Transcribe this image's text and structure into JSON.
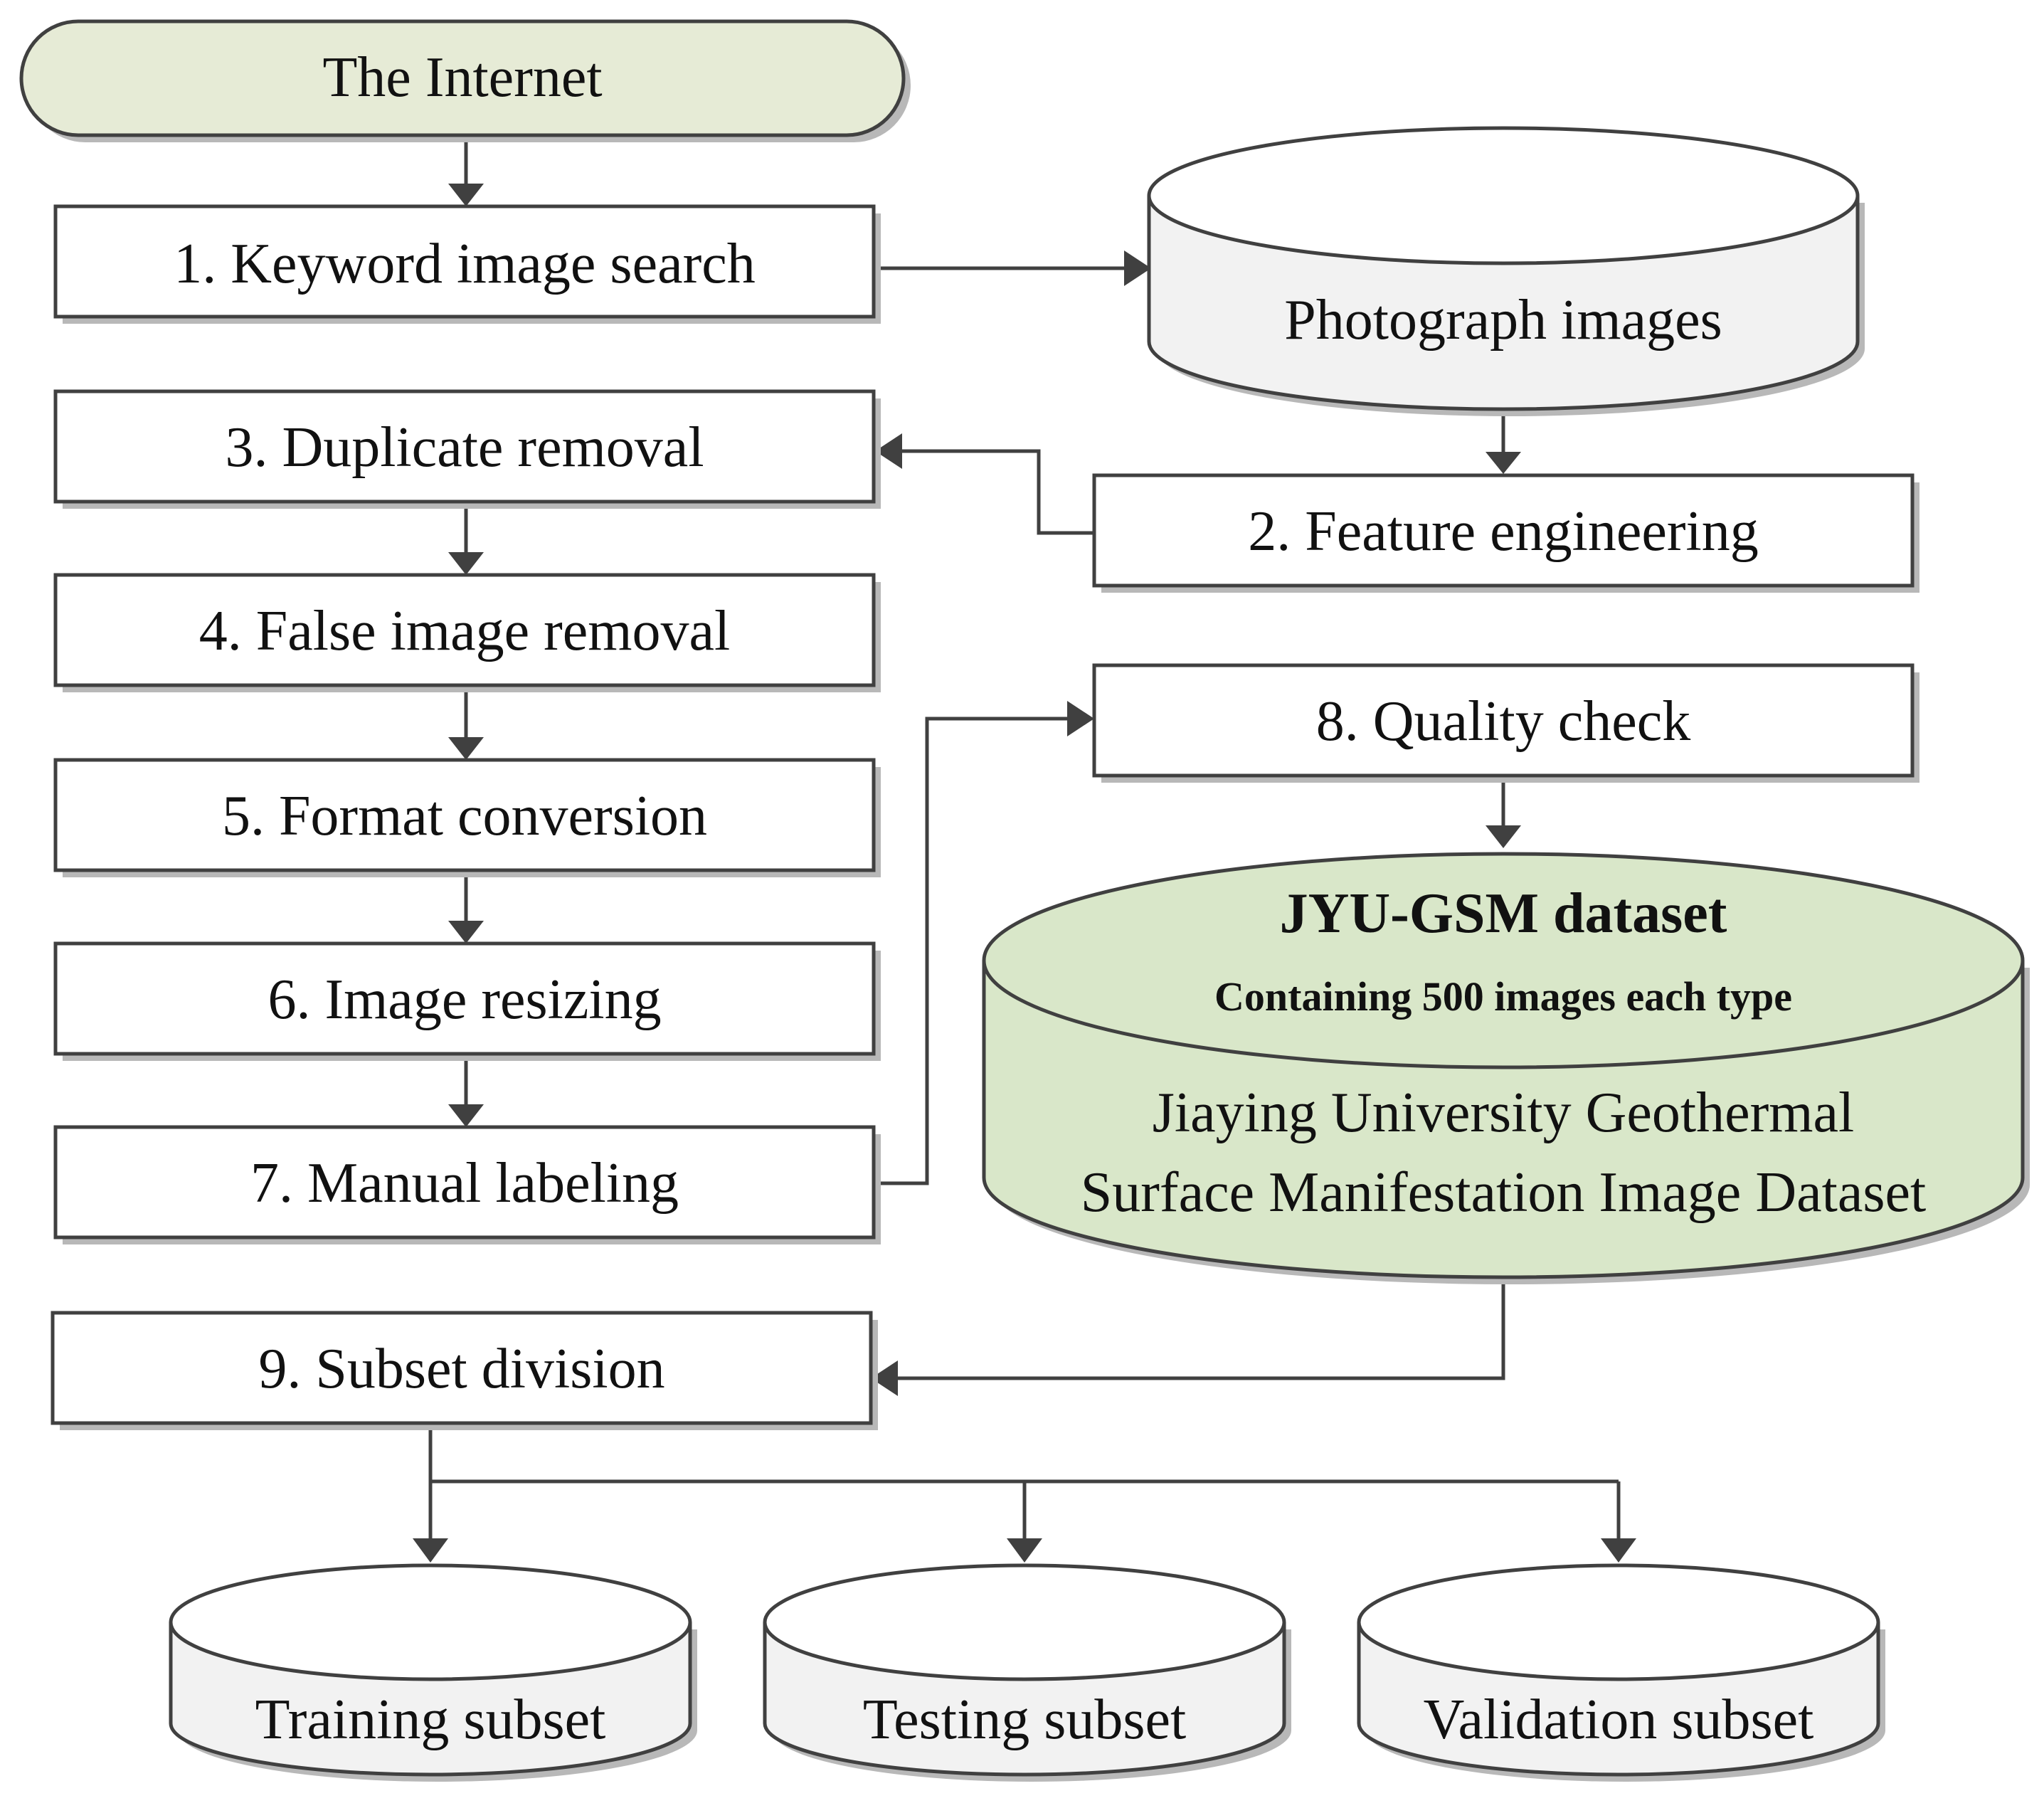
{
  "colors": {
    "start_fill": "#e6ebd6",
    "dataset_fill": "#d9e7c9",
    "box_fill": "#ffffff",
    "stroke": "#404040",
    "cylinder_fill": "#f2f2f2"
  },
  "nodes": {
    "internet": "The Internet",
    "step1": "1. Keyword image search",
    "photo_db": "Photograph images",
    "step2": "2. Feature engineering",
    "step3": "3. Duplicate removal",
    "step4": "4. False image removal",
    "step5": "5. Format conversion",
    "step6": "6. Image resizing",
    "step7": "7. Manual labeling",
    "step8": "8. Quality check",
    "dataset": {
      "title": "JYU-GSM dataset",
      "subtitle": "Containing 500 images each type",
      "line1": "Jiaying University Geothermal",
      "line2": "Surface Manifestation Image Dataset"
    },
    "step9": "9. Subset division",
    "training": "Training subset",
    "testing": "Testing subset",
    "validation": "Validation subset"
  }
}
